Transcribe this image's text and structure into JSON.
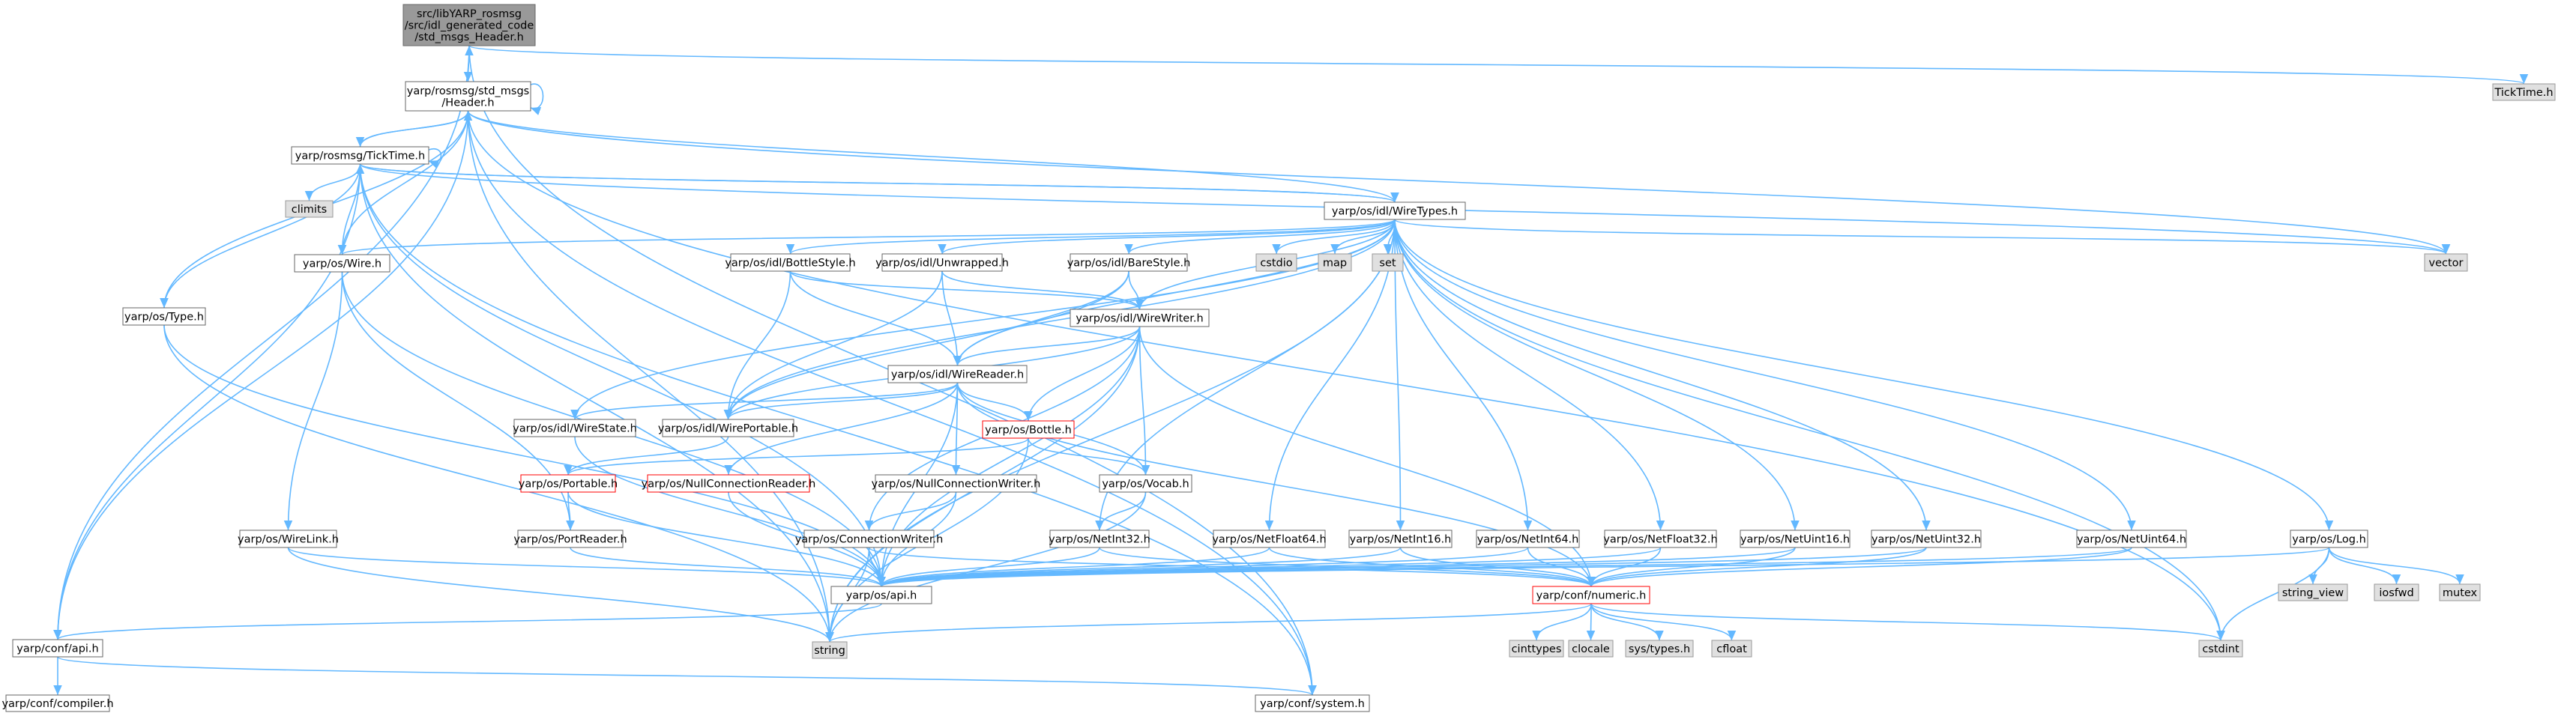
{
  "graph_title": "src/libYARP_rosmsg/src/idl_generated_code/std_msgs_Header.h",
  "colors": {
    "edge": "#63b8ff",
    "root_fill": "#999999",
    "file_fill": "#ffffff",
    "system_fill": "#e0e0e0",
    "truncated_border": "#ff0000"
  },
  "nodes": [
    {
      "id": "root",
      "lines": [
        "src/libYARP_rosmsg",
        "/src/idl_generated_code",
        "/std_msgs_Header.h"
      ],
      "kind": "root"
    },
    {
      "id": "tt_root",
      "lines": [
        "TickTime.h"
      ],
      "kind": "system"
    },
    {
      "id": "hdr",
      "lines": [
        "yarp/rosmsg/std_msgs",
        "/Header.h"
      ],
      "kind": "file"
    },
    {
      "id": "rtt",
      "lines": [
        "yarp/rosmsg/TickTime.h"
      ],
      "kind": "file"
    },
    {
      "id": "climits",
      "lines": [
        "climits"
      ],
      "kind": "system"
    },
    {
      "id": "wiretypes",
      "lines": [
        "yarp/os/idl/WireTypes.h"
      ],
      "kind": "file"
    },
    {
      "id": "wire",
      "lines": [
        "yarp/os/Wire.h"
      ],
      "kind": "file"
    },
    {
      "id": "type",
      "lines": [
        "yarp/os/Type.h"
      ],
      "kind": "file"
    },
    {
      "id": "bottlestyle",
      "lines": [
        "yarp/os/idl/BottleStyle.h"
      ],
      "kind": "file"
    },
    {
      "id": "unwrapped",
      "lines": [
        "yarp/os/idl/Unwrapped.h"
      ],
      "kind": "file"
    },
    {
      "id": "barestyle",
      "lines": [
        "yarp/os/idl/BareStyle.h"
      ],
      "kind": "file"
    },
    {
      "id": "cstdio",
      "lines": [
        "cstdio"
      ],
      "kind": "system"
    },
    {
      "id": "map",
      "lines": [
        "map"
      ],
      "kind": "system"
    },
    {
      "id": "set",
      "lines": [
        "set"
      ],
      "kind": "system"
    },
    {
      "id": "vector",
      "lines": [
        "vector"
      ],
      "kind": "system"
    },
    {
      "id": "wirewriter",
      "lines": [
        "yarp/os/idl/WireWriter.h"
      ],
      "kind": "file"
    },
    {
      "id": "wirereader",
      "lines": [
        "yarp/os/idl/WireReader.h"
      ],
      "kind": "file"
    },
    {
      "id": "wirestate",
      "lines": [
        "yarp/os/idl/WireState.h"
      ],
      "kind": "file"
    },
    {
      "id": "wireportable",
      "lines": [
        "yarp/os/idl/WirePortable.h"
      ],
      "kind": "file"
    },
    {
      "id": "bottle",
      "lines": [
        "yarp/os/Bottle.h"
      ],
      "kind": "truncated"
    },
    {
      "id": "portable",
      "lines": [
        "yarp/os/Portable.h"
      ],
      "kind": "truncated"
    },
    {
      "id": "nullreader",
      "lines": [
        "yarp/os/NullConnectionReader.h"
      ],
      "kind": "truncated"
    },
    {
      "id": "nullwriter",
      "lines": [
        "yarp/os/NullConnectionWriter.h"
      ],
      "kind": "file"
    },
    {
      "id": "vocab",
      "lines": [
        "yarp/os/Vocab.h"
      ],
      "kind": "file"
    },
    {
      "id": "wirelink",
      "lines": [
        "yarp/os/WireLink.h"
      ],
      "kind": "file"
    },
    {
      "id": "portreader",
      "lines": [
        "yarp/os/PortReader.h"
      ],
      "kind": "file"
    },
    {
      "id": "connwriter",
      "lines": [
        "yarp/os/ConnectionWriter.h"
      ],
      "kind": "file"
    },
    {
      "id": "netint32",
      "lines": [
        "yarp/os/NetInt32.h"
      ],
      "kind": "file"
    },
    {
      "id": "netfloat64",
      "lines": [
        "yarp/os/NetFloat64.h"
      ],
      "kind": "file"
    },
    {
      "id": "netint16",
      "lines": [
        "yarp/os/NetInt16.h"
      ],
      "kind": "file"
    },
    {
      "id": "netint64",
      "lines": [
        "yarp/os/NetInt64.h"
      ],
      "kind": "file"
    },
    {
      "id": "netfloat32",
      "lines": [
        "yarp/os/NetFloat32.h"
      ],
      "kind": "file"
    },
    {
      "id": "netuint16",
      "lines": [
        "yarp/os/NetUint16.h"
      ],
      "kind": "file"
    },
    {
      "id": "netuint32",
      "lines": [
        "yarp/os/NetUint32.h"
      ],
      "kind": "file"
    },
    {
      "id": "netuint64",
      "lines": [
        "yarp/os/NetUint64.h"
      ],
      "kind": "file"
    },
    {
      "id": "log",
      "lines": [
        "yarp/os/Log.h"
      ],
      "kind": "file"
    },
    {
      "id": "string_view",
      "lines": [
        "string_view"
      ],
      "kind": "system"
    },
    {
      "id": "iosfwd",
      "lines": [
        "iosfwd"
      ],
      "kind": "system"
    },
    {
      "id": "mutex",
      "lines": [
        "mutex"
      ],
      "kind": "system"
    },
    {
      "id": "osapi",
      "lines": [
        "yarp/os/api.h"
      ],
      "kind": "file"
    },
    {
      "id": "numeric",
      "lines": [
        "yarp/conf/numeric.h"
      ],
      "kind": "truncated"
    },
    {
      "id": "confapi",
      "lines": [
        "yarp/conf/api.h"
      ],
      "kind": "file"
    },
    {
      "id": "string",
      "lines": [
        "string"
      ],
      "kind": "system"
    },
    {
      "id": "cinttypes",
      "lines": [
        "cinttypes"
      ],
      "kind": "system"
    },
    {
      "id": "clocale",
      "lines": [
        "clocale"
      ],
      "kind": "system"
    },
    {
      "id": "systypes",
      "lines": [
        "sys/types.h"
      ],
      "kind": "system"
    },
    {
      "id": "cfloat",
      "lines": [
        "cfloat"
      ],
      "kind": "system"
    },
    {
      "id": "cstdint",
      "lines": [
        "cstdint"
      ],
      "kind": "system"
    },
    {
      "id": "compiler",
      "lines": [
        "yarp/conf/compiler.h"
      ],
      "kind": "file"
    },
    {
      "id": "system",
      "lines": [
        "yarp/conf/system.h"
      ],
      "kind": "file"
    }
  ],
  "edges": [
    [
      "root",
      "hdr"
    ],
    [
      "root",
      "tt_root"
    ],
    [
      "root",
      "confapi"
    ],
    [
      "root",
      "system"
    ],
    [
      "hdr",
      "root"
    ],
    [
      "hdr",
      "hdr"
    ],
    [
      "hdr",
      "rtt"
    ],
    [
      "hdr",
      "wire"
    ],
    [
      "hdr",
      "type"
    ],
    [
      "hdr",
      "wiretypes"
    ],
    [
      "hdr",
      "vector"
    ],
    [
      "hdr",
      "confapi"
    ],
    [
      "hdr",
      "string"
    ],
    [
      "hdr",
      "system"
    ],
    [
      "hdr",
      "cstdint"
    ],
    [
      "rtt",
      "hdr"
    ],
    [
      "rtt",
      "rtt"
    ],
    [
      "rtt",
      "climits"
    ],
    [
      "rtt",
      "wire"
    ],
    [
      "rtt",
      "type"
    ],
    [
      "rtt",
      "wiretypes"
    ],
    [
      "rtt",
      "vector"
    ],
    [
      "rtt",
      "confapi"
    ],
    [
      "rtt",
      "string"
    ],
    [
      "rtt",
      "system"
    ],
    [
      "rtt",
      "osapi"
    ],
    [
      "wiretypes",
      "rtt"
    ],
    [
      "wiretypes",
      "wire"
    ],
    [
      "wiretypes",
      "bottlestyle"
    ],
    [
      "wiretypes",
      "unwrapped"
    ],
    [
      "wiretypes",
      "barestyle"
    ],
    [
      "wiretypes",
      "cstdio"
    ],
    [
      "wiretypes",
      "map"
    ],
    [
      "wiretypes",
      "set"
    ],
    [
      "wiretypes",
      "vector"
    ],
    [
      "wiretypes",
      "wirewriter"
    ],
    [
      "wiretypes",
      "wirereader"
    ],
    [
      "wiretypes",
      "wirestate"
    ],
    [
      "wiretypes",
      "wireportable"
    ],
    [
      "wiretypes",
      "netint32"
    ],
    [
      "wiretypes",
      "netfloat64"
    ],
    [
      "wiretypes",
      "netint16"
    ],
    [
      "wiretypes",
      "netint64"
    ],
    [
      "wiretypes",
      "netfloat32"
    ],
    [
      "wiretypes",
      "netuint16"
    ],
    [
      "wiretypes",
      "netuint32"
    ],
    [
      "wiretypes",
      "netuint64"
    ],
    [
      "wiretypes",
      "log"
    ],
    [
      "wiretypes",
      "cstdint"
    ],
    [
      "wiretypes",
      "string"
    ],
    [
      "wire",
      "wirelink"
    ],
    [
      "wire",
      "portreader"
    ],
    [
      "wire",
      "osapi"
    ],
    [
      "type",
      "osapi"
    ],
    [
      "type",
      "string"
    ],
    [
      "bottlestyle",
      "wirewriter"
    ],
    [
      "bottlestyle",
      "wirereader"
    ],
    [
      "bottlestyle",
      "wireportable"
    ],
    [
      "unwrapped",
      "wirewriter"
    ],
    [
      "unwrapped",
      "wirereader"
    ],
    [
      "unwrapped",
      "wireportable"
    ],
    [
      "barestyle",
      "wirewriter"
    ],
    [
      "barestyle",
      "wirereader"
    ],
    [
      "barestyle",
      "wireportable"
    ],
    [
      "wirewriter",
      "wirereader"
    ],
    [
      "wirewriter",
      "wireportable"
    ],
    [
      "wirewriter",
      "bottle"
    ],
    [
      "wirewriter",
      "vocab"
    ],
    [
      "wirewriter",
      "connwriter"
    ],
    [
      "wirewriter",
      "osapi"
    ],
    [
      "wirewriter",
      "numeric"
    ],
    [
      "wirewriter",
      "string"
    ],
    [
      "wirereader",
      "wirestate"
    ],
    [
      "wirereader",
      "wireportable"
    ],
    [
      "wirereader",
      "bottle"
    ],
    [
      "wirereader",
      "nullreader"
    ],
    [
      "wirereader",
      "nullwriter"
    ],
    [
      "wirereader",
      "vocab"
    ],
    [
      "wirereader",
      "osapi"
    ],
    [
      "wirereader",
      "numeric"
    ],
    [
      "wirestate",
      "osapi"
    ],
    [
      "wireportable",
      "portable"
    ],
    [
      "bottle",
      "portable"
    ],
    [
      "bottle",
      "vocab"
    ],
    [
      "bottle",
      "string"
    ],
    [
      "portable",
      "portreader"
    ],
    [
      "portable",
      "osapi"
    ],
    [
      "nullreader",
      "osapi"
    ],
    [
      "nullwriter",
      "connwriter"
    ],
    [
      "nullwriter",
      "osapi"
    ],
    [
      "vocab",
      "netint32"
    ],
    [
      "vocab",
      "string"
    ],
    [
      "wirelink",
      "osapi"
    ],
    [
      "wirelink",
      "string"
    ],
    [
      "portreader",
      "osapi"
    ],
    [
      "connwriter",
      "osapi"
    ],
    [
      "connwriter",
      "numeric"
    ],
    [
      "connwriter",
      "string"
    ],
    [
      "netint32",
      "osapi"
    ],
    [
      "netint32",
      "numeric"
    ],
    [
      "netfloat64",
      "osapi"
    ],
    [
      "netfloat64",
      "numeric"
    ],
    [
      "netint16",
      "osapi"
    ],
    [
      "netint16",
      "numeric"
    ],
    [
      "netint64",
      "osapi"
    ],
    [
      "netint64",
      "numeric"
    ],
    [
      "netfloat32",
      "osapi"
    ],
    [
      "netfloat32",
      "numeric"
    ],
    [
      "netuint16",
      "osapi"
    ],
    [
      "netuint16",
      "numeric"
    ],
    [
      "netuint32",
      "osapi"
    ],
    [
      "netuint32",
      "numeric"
    ],
    [
      "netuint64",
      "osapi"
    ],
    [
      "netuint64",
      "numeric"
    ],
    [
      "log",
      "osapi"
    ],
    [
      "log",
      "string_view"
    ],
    [
      "log",
      "iosfwd"
    ],
    [
      "log",
      "mutex"
    ],
    [
      "log",
      "cstdint"
    ],
    [
      "osapi",
      "confapi"
    ],
    [
      "numeric",
      "string"
    ],
    [
      "numeric",
      "cinttypes"
    ],
    [
      "numeric",
      "clocale"
    ],
    [
      "numeric",
      "systypes"
    ],
    [
      "numeric",
      "cfloat"
    ],
    [
      "numeric",
      "cstdint"
    ],
    [
      "confapi",
      "compiler"
    ],
    [
      "confapi",
      "system"
    ]
  ]
}
